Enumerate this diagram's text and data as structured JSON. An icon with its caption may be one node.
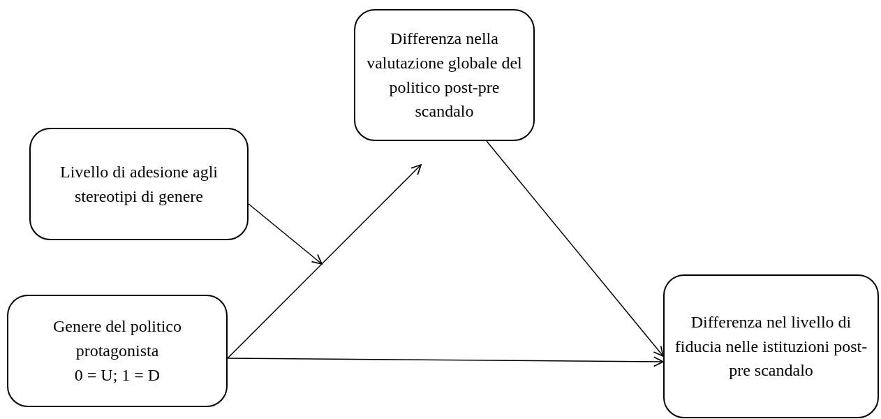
{
  "diagram": {
    "nodes": [
      {
        "text": [
          "Livello di adesione agli stereotipi di genere"
        ]
      },
      {
        "text": [
          "Differenza nella valutazione globale del politico post-pre scandalo"
        ]
      },
      {
        "text": [
          "Genere del politico protagonista",
          "0 = U; 1 = D"
        ]
      },
      {
        "text": [
          "Differenza nel livello di fiducia nelle istituzioni post-pre scandalo"
        ]
      }
    ],
    "edges": [
      {
        "from": 2,
        "to": 1,
        "arrow": "to"
      },
      {
        "from": 1,
        "to": 3,
        "arrow": "to"
      },
      {
        "from": 2,
        "to": 3,
        "arrow": "to"
      },
      {
        "from": 0,
        "to": null,
        "arrow": "to"
      }
    ]
  }
}
